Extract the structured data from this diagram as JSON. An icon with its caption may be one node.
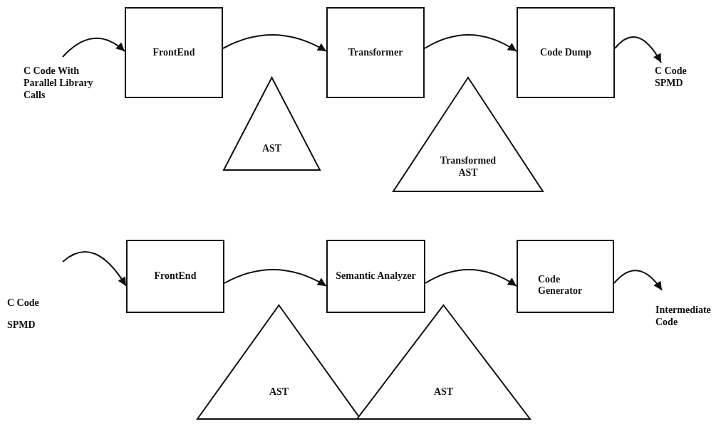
{
  "diagram": {
    "nodes": [
      {
        "text": [
          "C Code With Parallel Library Calls"
        ]
      },
      {
        "text": [
          "FrontEnd"
        ]
      },
      {
        "text": [
          "Transformer"
        ]
      },
      {
        "text": [
          "Code Dump"
        ]
      },
      {
        "text": [
          "C Code SPMD"
        ]
      },
      {
        "text": [
          "AST"
        ]
      },
      {
        "text": [
          "Transformed AST"
        ]
      },
      {
        "text": [
          "C Code",
          "SPMD"
        ]
      },
      {
        "text": [
          "FrontEnd"
        ]
      },
      {
        "text": [
          "Semantic Analyzer"
        ]
      },
      {
        "text": [
          "Code Generator"
        ]
      },
      {
        "text": [
          "Intermediate Code"
        ]
      },
      {
        "text": [
          "AST"
        ]
      },
      {
        "text": [
          "AST"
        ]
      }
    ],
    "edges": [
      {
        "from": 0,
        "to": 1,
        "arrow": "to"
      },
      {
        "from": 1,
        "to": 2,
        "arrow": "to"
      },
      {
        "from": 2,
        "to": 3,
        "arrow": "to"
      },
      {
        "from": 3,
        "to": 4,
        "arrow": "to"
      },
      {
        "from": 7,
        "to": 8,
        "arrow": "to"
      },
      {
        "from": 8,
        "to": 9,
        "arrow": "to"
      },
      {
        "from": 9,
        "to": 10,
        "arrow": "to"
      },
      {
        "from": 10,
        "to": 11,
        "arrow": "to"
      }
    ]
  }
}
